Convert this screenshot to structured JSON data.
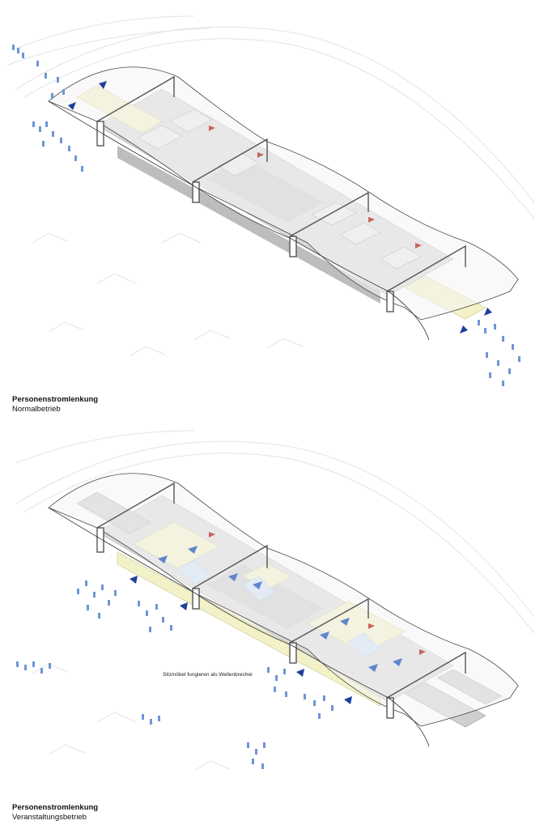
{
  "panels": [
    {
      "title": "Personenstromlenkung",
      "subtitle": "Normalbetrieb"
    },
    {
      "title": "Personenstromlenkung",
      "subtitle": "Veranstaltungsbetrieb",
      "annotation": "Sitzmöbel fungieren als Wellenbrecher"
    }
  ],
  "colors": {
    "roof_line": "#4a4a4a",
    "frame": "#555555",
    "floor": "#d9d9d9",
    "module": "#cfcfcf",
    "seating_yellow": "#f3f1c8",
    "people_blue": "#6f95d6",
    "arrow_dark_blue": "#1f3f99",
    "exit_red": "#c8655c"
  }
}
